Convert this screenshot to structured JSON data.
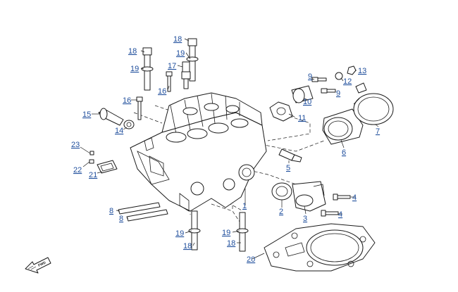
{
  "diagram": {
    "callouts": {
      "c1": "1",
      "c2": "2",
      "c3": "3",
      "c4a": "4",
      "c4b": "4",
      "c5": "5",
      "c6": "6",
      "c7": "7",
      "c8a": "8",
      "c8b": "8",
      "c9a": "9",
      "c9b": "9",
      "c10": "10",
      "c11": "11",
      "c12": "12",
      "c13": "13",
      "c14": "14",
      "c15": "15",
      "c16a": "16",
      "c16b": "16",
      "c17": "17",
      "c18a": "18",
      "c18b": "18",
      "c18c": "18",
      "c18d": "18",
      "c19a": "19",
      "c19b": "19",
      "c19c": "19",
      "c19d": "19",
      "c20": "20",
      "c21": "21",
      "c22": "22",
      "c23": "23"
    },
    "fwd_badge": "FWD",
    "label_color": "#1f4e9c"
  }
}
